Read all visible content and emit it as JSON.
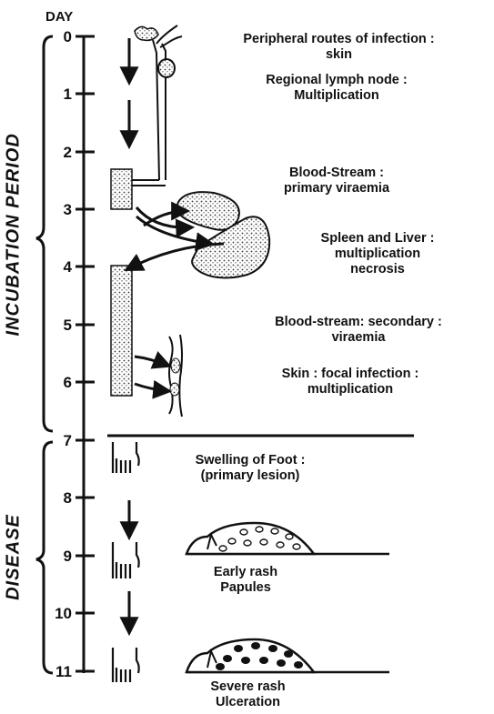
{
  "axis": {
    "header": "DAY",
    "days": [
      "0",
      "1",
      "2",
      "3",
      "4",
      "5",
      "6",
      "7",
      "8",
      "9",
      "10",
      "11"
    ]
  },
  "phases": {
    "incubation": "INCUBATION  PERIOD",
    "disease": "DISEASE"
  },
  "stages": [
    {
      "title": "Peripheral routes of infection :",
      "detail": "skin"
    },
    {
      "title": "Regional lymph node :",
      "detail": "Multiplication"
    },
    {
      "title": "Blood-Stream :",
      "detail": "primary viraemia"
    },
    {
      "title": "Spleen and Liver :",
      "detail": "multiplication",
      "detail2": "necrosis"
    },
    {
      "title": "Blood-stream: secondary :",
      "detail": "viraemia"
    },
    {
      "title": "Skin : focal infection :",
      "detail": "multiplication"
    },
    {
      "title": "Swelling of Foot :",
      "detail": "(primary lesion)"
    },
    {
      "title": "Early rash",
      "detail": "Papules"
    },
    {
      "title": "Severe rash",
      "detail": "Ulceration"
    }
  ]
}
